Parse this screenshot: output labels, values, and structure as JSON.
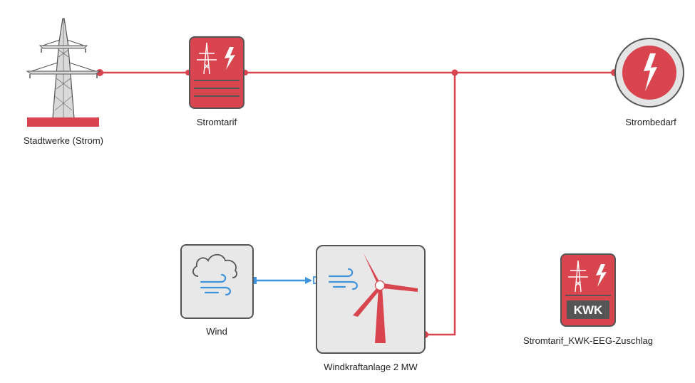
{
  "nodes": {
    "grid": {
      "label": "Stadtwerke (Strom)"
    },
    "tariff": {
      "label": "Stromtarif"
    },
    "demand": {
      "label": "Strombedarf"
    },
    "wind": {
      "label": "Wind"
    },
    "turbine": {
      "label": "Windkraftanlage 2 MW"
    },
    "kwk_tariff": {
      "label": "Stromtarif_KWK-EEG-Zuschlag",
      "badge": "KWK"
    }
  },
  "colors": {
    "power_line": "#d9454f",
    "wind_flow": "#3f94dd",
    "node_fill": "#e8e8e8",
    "node_stroke": "#555555",
    "tariff_fill": "#d9454f"
  }
}
